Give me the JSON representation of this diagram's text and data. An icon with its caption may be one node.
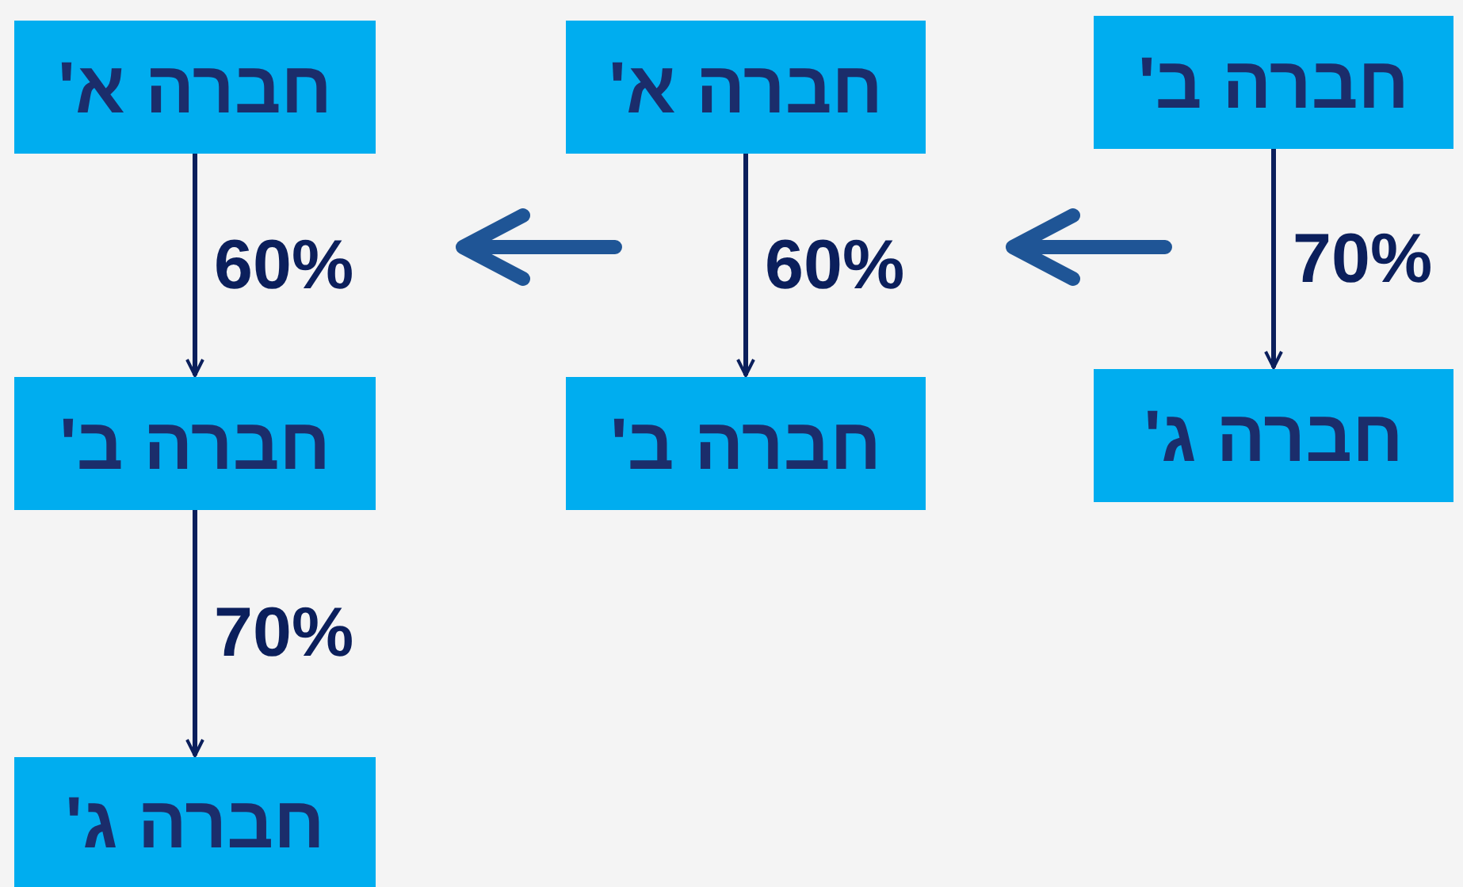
{
  "diagram": {
    "nodes": [
      {
        "text": [
          "חברה א'"
        ]
      },
      {
        "text": [
          "חברה ב'"
        ]
      },
      {
        "text": [
          "חברה ג'"
        ]
      },
      {
        "text": [
          "חברה א'"
        ]
      },
      {
        "text": [
          "חברה ב'"
        ]
      },
      {
        "text": [
          "חברה ב'"
        ]
      },
      {
        "text": [
          "חברה ג'"
        ]
      }
    ],
    "edges": [
      {
        "from": 0,
        "to": 1,
        "arrow": "to",
        "label": "60%"
      },
      {
        "from": 1,
        "to": 2,
        "arrow": "to",
        "label": "70%"
      },
      {
        "from": 3,
        "to": 4,
        "arrow": "to",
        "label": "60%"
      },
      {
        "from": 5,
        "to": 6,
        "arrow": "to",
        "label": "70%"
      }
    ]
  }
}
